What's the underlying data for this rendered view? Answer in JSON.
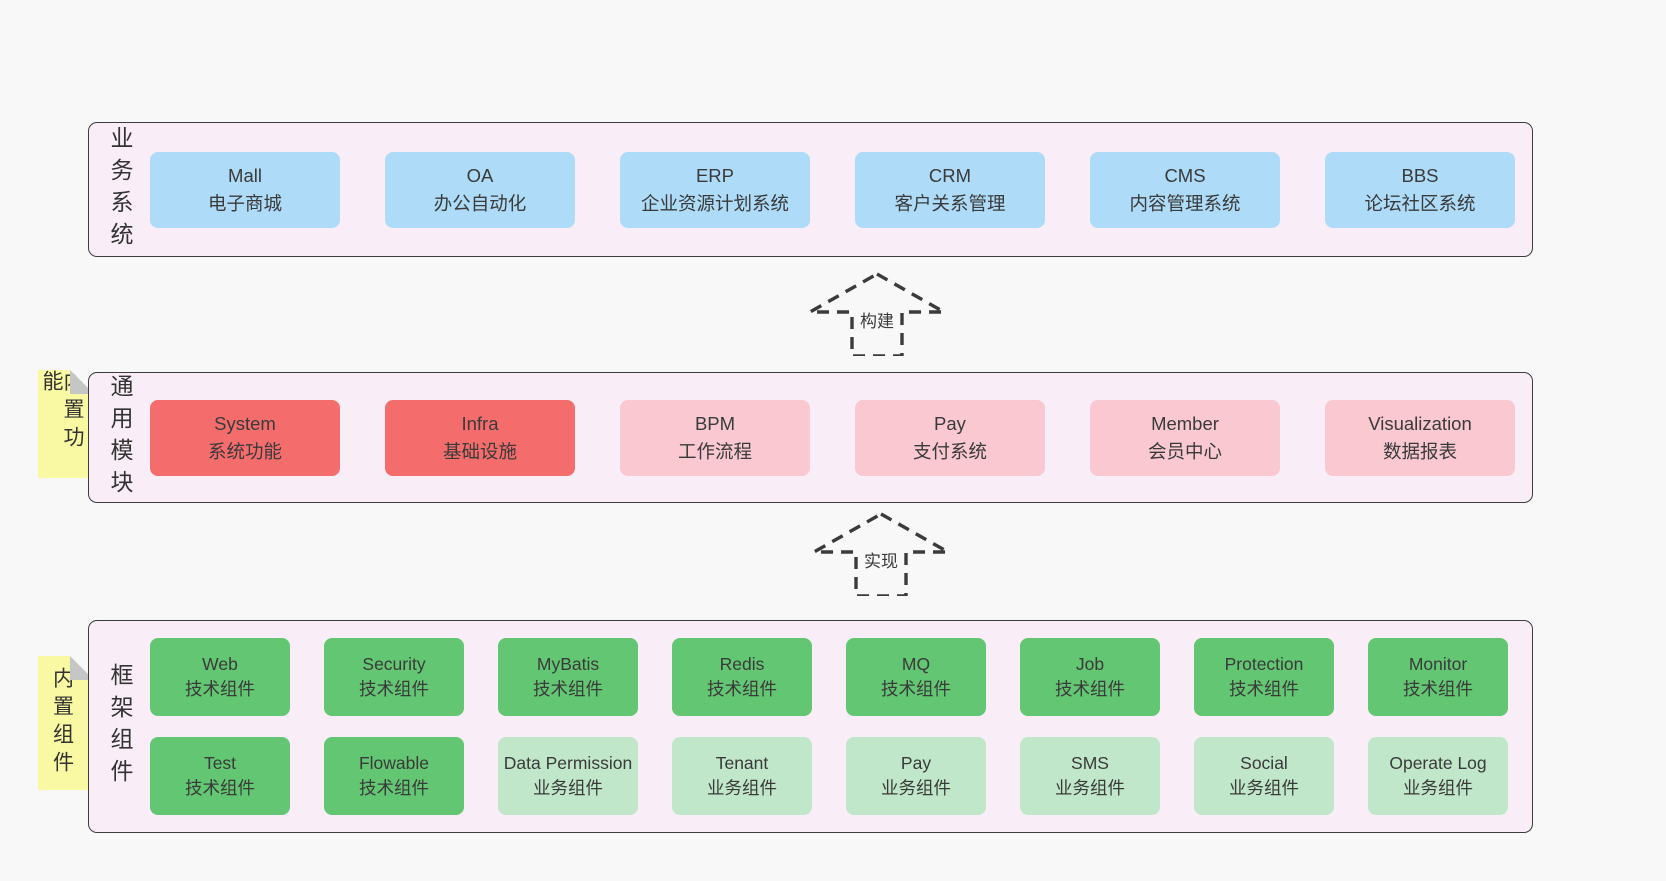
{
  "business": {
    "label": "业务系统",
    "boxes": [
      {
        "name": "Mall",
        "desc": "电子商城"
      },
      {
        "name": "OA",
        "desc": "办公自动化"
      },
      {
        "name": "ERP",
        "desc": "企业资源计划系统"
      },
      {
        "name": "CRM",
        "desc": "客户关系管理"
      },
      {
        "name": "CMS",
        "desc": "内容管理系统"
      },
      {
        "name": "BBS",
        "desc": "论坛社区系统"
      }
    ]
  },
  "modules": {
    "label": "通用模块",
    "sticky": "内置功能",
    "boxes": [
      {
        "name": "System",
        "desc": "系统功能"
      },
      {
        "name": "Infra",
        "desc": "基础设施"
      },
      {
        "name": "BPM",
        "desc": "工作流程"
      },
      {
        "name": "Pay",
        "desc": "支付系统"
      },
      {
        "name": "Member",
        "desc": "会员中心"
      },
      {
        "name": "Visualization",
        "desc": "数据报表"
      }
    ]
  },
  "framework": {
    "label": "框架组件",
    "sticky": "内置组件",
    "row1": [
      {
        "name": "Web",
        "desc": "技术组件"
      },
      {
        "name": "Security",
        "desc": "技术组件"
      },
      {
        "name": "MyBatis",
        "desc": "技术组件"
      },
      {
        "name": "Redis",
        "desc": "技术组件"
      },
      {
        "name": "MQ",
        "desc": "技术组件"
      },
      {
        "name": "Job",
        "desc": "技术组件"
      },
      {
        "name": "Protection",
        "desc": "技术组件"
      },
      {
        "name": "Monitor",
        "desc": "技术组件"
      }
    ],
    "row2": [
      {
        "name": "Test",
        "desc": "技术组件"
      },
      {
        "name": "Flowable",
        "desc": "技术组件"
      },
      {
        "name": "Data Permission",
        "desc": "业务组件"
      },
      {
        "name": "Tenant",
        "desc": "业务组件"
      },
      {
        "name": "Pay",
        "desc": "业务组件"
      },
      {
        "name": "SMS",
        "desc": "业务组件"
      },
      {
        "name": "Social",
        "desc": "业务组件"
      },
      {
        "name": "Operate Log",
        "desc": "业务组件"
      }
    ]
  },
  "arrows": {
    "build": "构建",
    "implement": "实现"
  },
  "colors": {
    "page_background": "#f8f8f8",
    "panel_background": "#f9eef7",
    "panel_border": "#3d3d3d",
    "business_box": "#addbf8",
    "core_module_box": "#f56c6c",
    "optional_module_box": "#f9c8d1",
    "tech_component_box": "#62c672",
    "biz_component_box": "#c1e7ca",
    "sticky_note": "#f9f8a3"
  }
}
